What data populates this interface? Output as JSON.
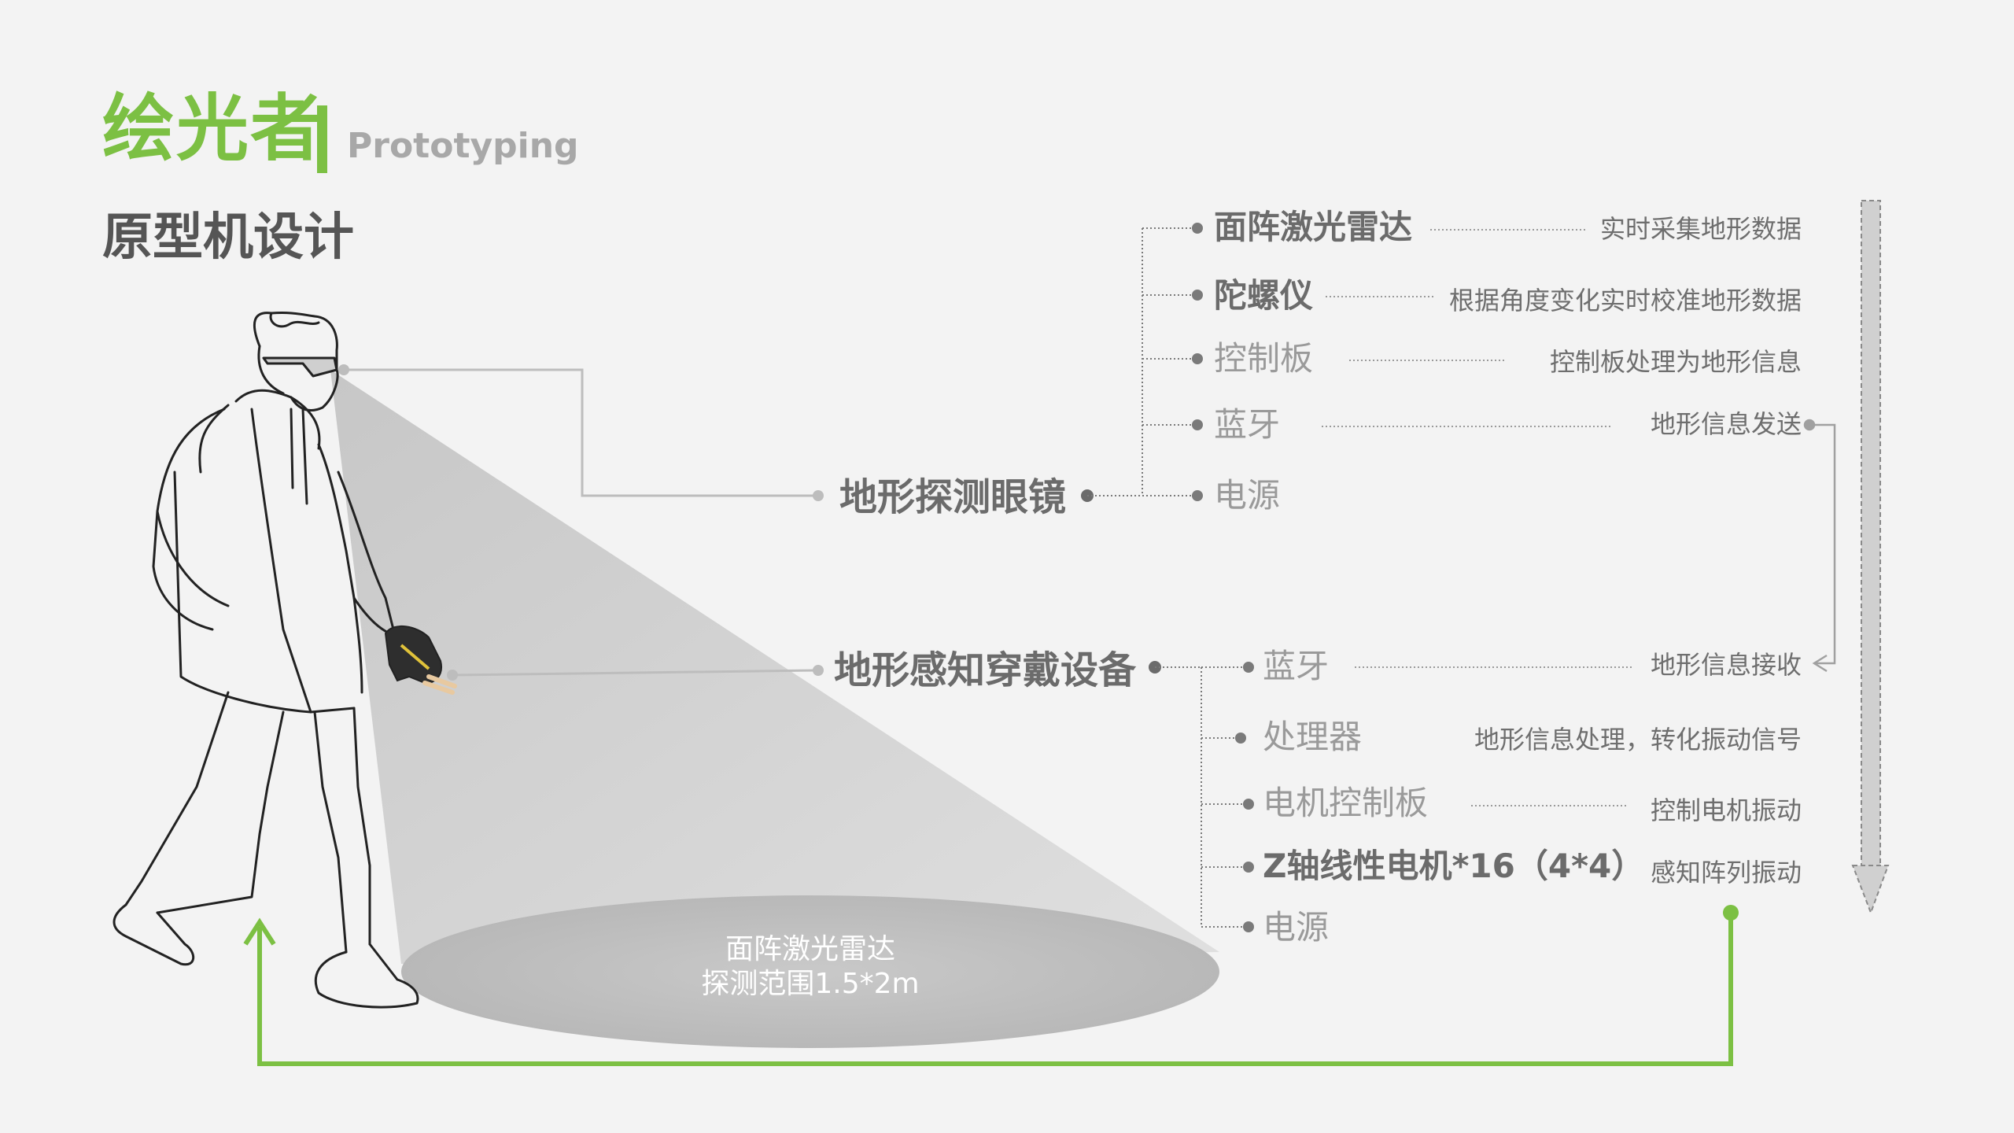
{
  "brand": {
    "title": "绘光者",
    "subtitle": "Prototyping"
  },
  "page_title": "原型机设计",
  "glasses": {
    "name": "地形探测眼镜",
    "components": [
      {
        "label": "面阵激光雷达",
        "desc": "实时采集地形数据"
      },
      {
        "label": "陀螺仪",
        "desc": "根据角度变化实时校准地形数据"
      },
      {
        "label": "控制板",
        "desc": "控制板处理为地形信息"
      },
      {
        "label": "蓝牙",
        "desc": "地形信息发送"
      },
      {
        "label": "电源",
        "desc": ""
      }
    ]
  },
  "wearable": {
    "name": "地形感知穿戴设备",
    "components": [
      {
        "label": "蓝牙",
        "desc": "地形信息接收"
      },
      {
        "label": "处理器",
        "desc": "地形信息处理，转化振动信号"
      },
      {
        "label": "电机控制板",
        "desc": "控制电机振动"
      },
      {
        "label": "Z轴线性电机*16（4*4）",
        "desc": "感知阵列振动"
      },
      {
        "label": "电源",
        "desc": ""
      }
    ]
  },
  "floor_area": {
    "line1": "面阵激光雷达",
    "line2": "探测范围1.5*2m"
  },
  "colors": {
    "accent": "#7cc043",
    "text_dark": "#555555",
    "text_mid": "#6b6b6b",
    "text_light": "#9a9a9a",
    "background": "#f3f3f3"
  }
}
